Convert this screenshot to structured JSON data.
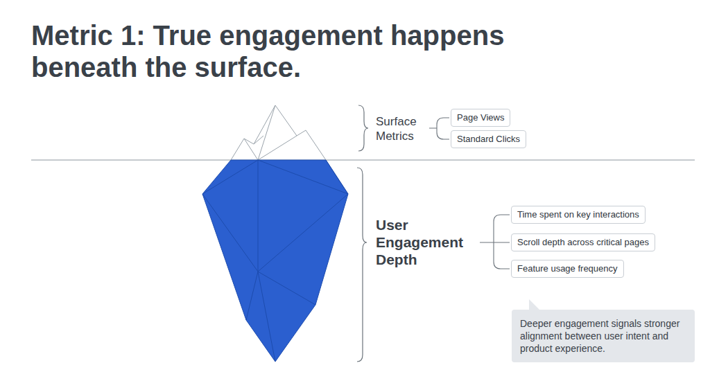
{
  "diagram": {
    "title": "Metric 1: True engagement happens beneath the surface.",
    "nodes": [
      {
        "text": [
          "Page Views"
        ]
      },
      {
        "text": [
          "Standard Clicks"
        ]
      },
      {
        "text": [
          "Time spent on key interactions"
        ]
      },
      {
        "text": [
          "Scroll depth across critical pages"
        ]
      },
      {
        "text": [
          "Feature usage frequency"
        ]
      },
      {
        "text": [
          "Deeper engagement signals stronger alignment between user intent and product experience."
        ]
      }
    ],
    "labels": [
      "Surface Metrics",
      "User Engagement Depth"
    ]
  }
}
